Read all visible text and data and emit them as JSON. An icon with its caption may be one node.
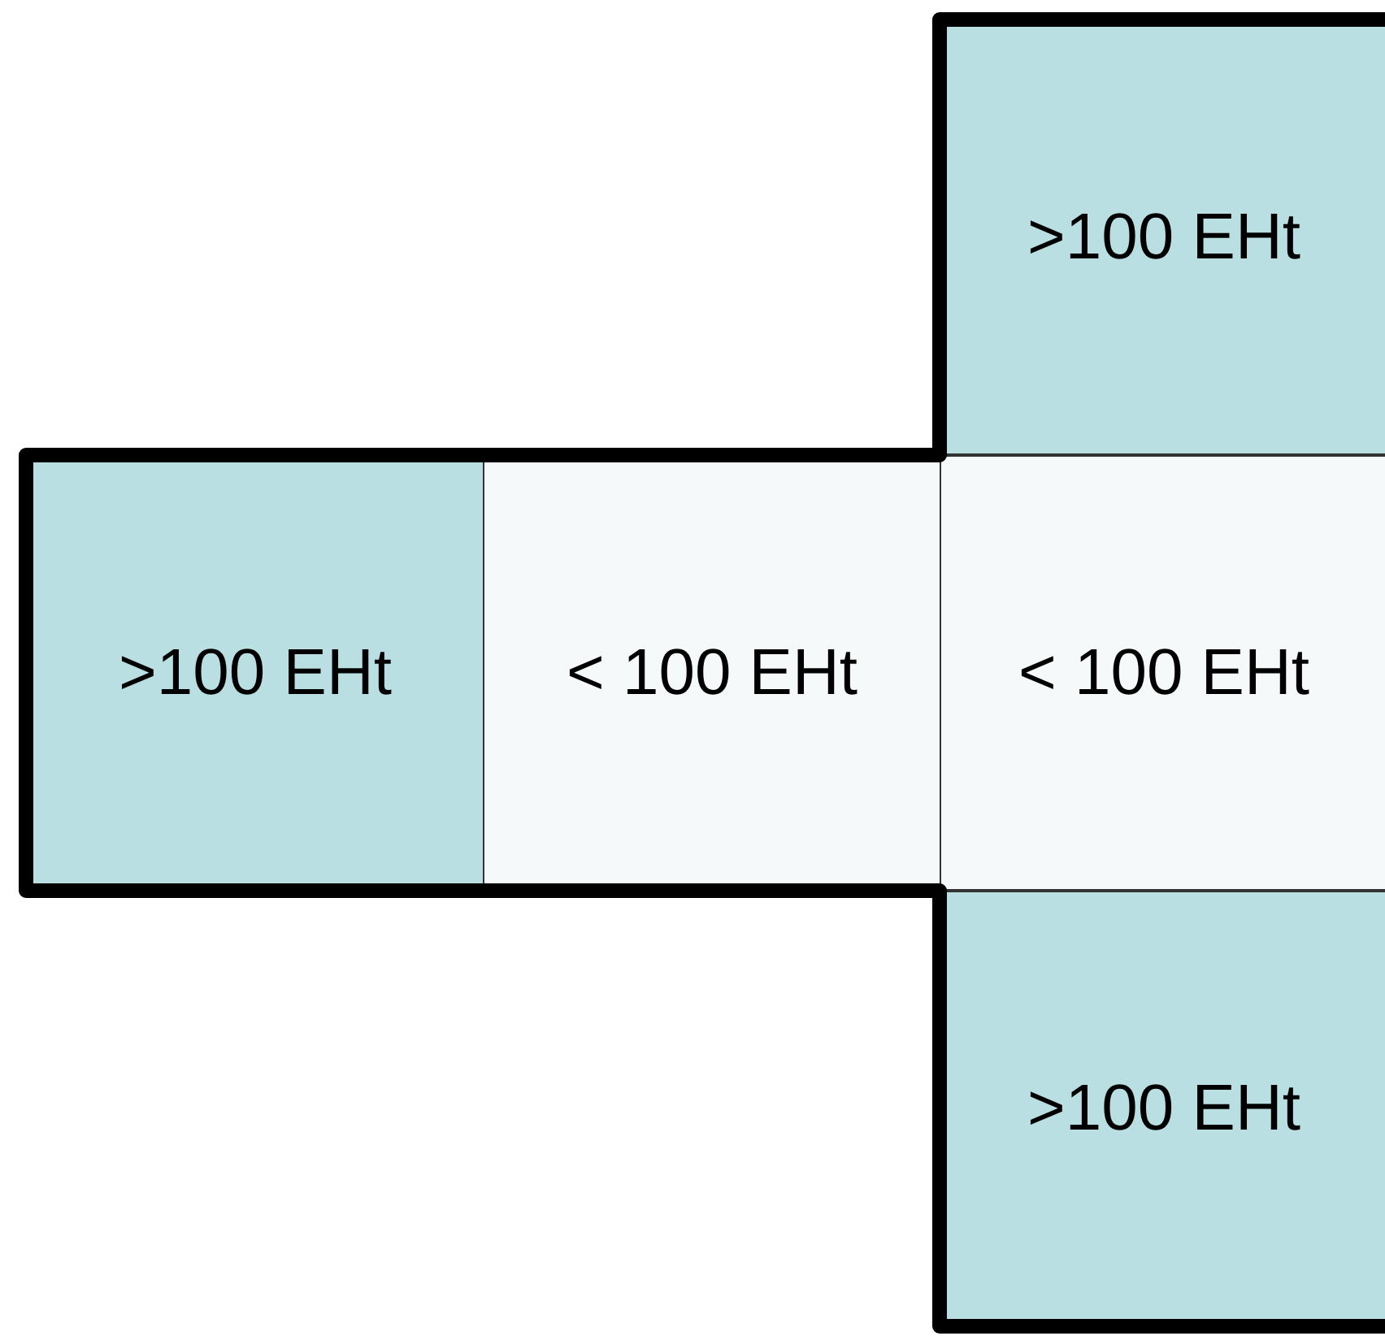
{
  "diagram": {
    "nodes": [
      {
        "text": [
          ">100 EHt"
        ]
      },
      {
        "text": [
          ">100 EHt"
        ]
      },
      {
        "text": [
          "< 100 EHt"
        ]
      },
      {
        "text": [
          "< 100 EHt"
        ]
      },
      {
        "text": [
          ">100 EHt"
        ]
      }
    ]
  }
}
